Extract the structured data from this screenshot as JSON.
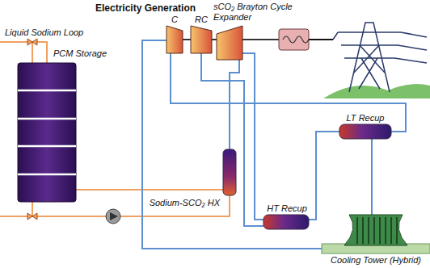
{
  "diagram": {
    "title": "Electricity Generation",
    "nodes": [
      {
        "text": [
          "PCM Storage"
        ]
      },
      {
        "text": [
          "C"
        ]
      },
      {
        "text": [
          "RC"
        ]
      },
      {
        "text": [
          "sCO₂ Brayton Cycle Expander"
        ]
      },
      {
        "text": [
          "LT Recup"
        ]
      },
      {
        "text": [
          "HT Recup"
        ]
      },
      {
        "text": [
          "Sodium-SCO₂ HX"
        ]
      },
      {
        "text": [
          "Cooling Tower (Hybrid)"
        ]
      }
    ],
    "edges": [
      {
        "from": 0,
        "to": 6,
        "arrow": "none"
      },
      {
        "from": 6,
        "to": 3,
        "arrow": "none"
      },
      {
        "from": 3,
        "to": 5,
        "arrow": "none"
      },
      {
        "from": 5,
        "to": 4,
        "arrow": "none"
      },
      {
        "from": 4,
        "to": 7,
        "arrow": "none"
      },
      {
        "from": 7,
        "to": 1,
        "arrow": "none"
      },
      {
        "from": 1,
        "to": 4,
        "arrow": "none"
      },
      {
        "from": 2,
        "to": 5,
        "arrow": "none"
      }
    ],
    "labels": [
      "Liquid Sodium Loop"
    ]
  }
}
